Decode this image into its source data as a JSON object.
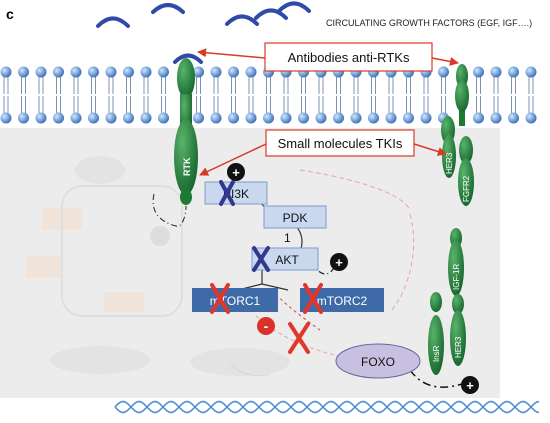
{
  "panel_label": "c",
  "header_text": "CIRCULATING GROWTH FACTORS (EGF, IGF….)",
  "callouts": {
    "antibodies": "Antibodies anti-RTKs",
    "tkis": "Small molecules TKIs"
  },
  "receptors": {
    "rtk": "RTK",
    "her3_top": "HER3",
    "fgfr2": "FGFR2",
    "igf1r": "IGF-1R",
    "insr": "InsR",
    "her3_bottom": "HER3"
  },
  "nodes": {
    "pi3k": "PI3K",
    "pdk": "PDK",
    "pdk_number": "1",
    "akt": "AKT",
    "mtorc1": "mTORC1",
    "mtorc2": "mTORC2",
    "foxo": "FOXO"
  },
  "signs": {
    "plus": "+",
    "minus": "-"
  },
  "colors": {
    "receptor_green": "#1e7a33",
    "ligand_blue": "#2f4aa8",
    "callout_red": "#d83a2a",
    "inhibitor_x_red": "#e2362b",
    "inhibitor_x_blue": "#33388f",
    "mtorc_box": "#3f6aa8",
    "light_box": "#c9d8ee",
    "foxo_ellipse": "#c8c0e0",
    "membrane_head": "#6a9ad8",
    "cytoplasm_gray": "#ececec",
    "dna_blue": "#4f8fcc"
  }
}
